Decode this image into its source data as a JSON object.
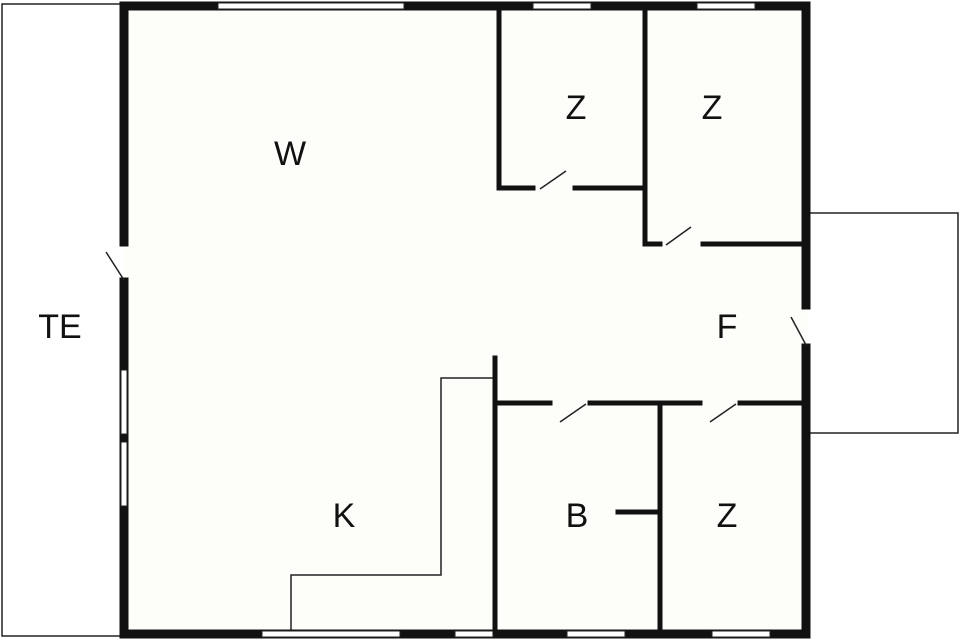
{
  "floor_plan": {
    "colors": {
      "background": "#ffffff",
      "floor": "#fdfdfa",
      "wall": "#111111",
      "line": "#222222",
      "window": "#ffffff"
    },
    "rooms": {
      "terrace": "TE",
      "living": "W",
      "bedroom_1": "Z",
      "bedroom_2": "Z",
      "hall": "F",
      "kitchen": "K",
      "bathroom": "B",
      "bedroom_3": "Z"
    }
  }
}
